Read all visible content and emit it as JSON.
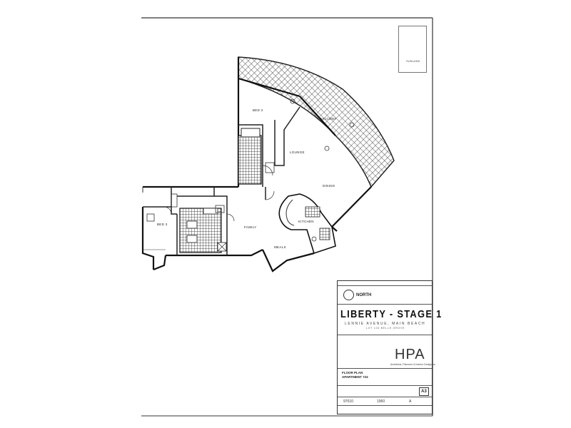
{
  "plan": {
    "rooms": {
      "bed2": "BED 2",
      "bed3": "BED 3",
      "lounge": "LOUNGE",
      "dining": "DINING",
      "family": "FAMILY",
      "kitchen": "KITCHEN",
      "balcony": "BALCONY",
      "meals": "MEALS"
    }
  },
  "title_block": {
    "north_label": "NORTH",
    "project_title": "LIBERTY - STAGE 1",
    "project_address": "LENNIE AVENUE, MAIN BEACH",
    "project_sub": "LOT 100 BELLE GROVE",
    "architect_logo": "HPA",
    "architect_sub": "Architects, Planners & Interior Designers",
    "drawing_title_line1": "FLOOR PLAN",
    "drawing_title_line2": "APARTMENT 724",
    "sheet_size": "A3",
    "job_number": "97010",
    "drawing_number": "1960",
    "revision": "A"
  },
  "logo": {
    "wordmark": "SUNLAND"
  }
}
